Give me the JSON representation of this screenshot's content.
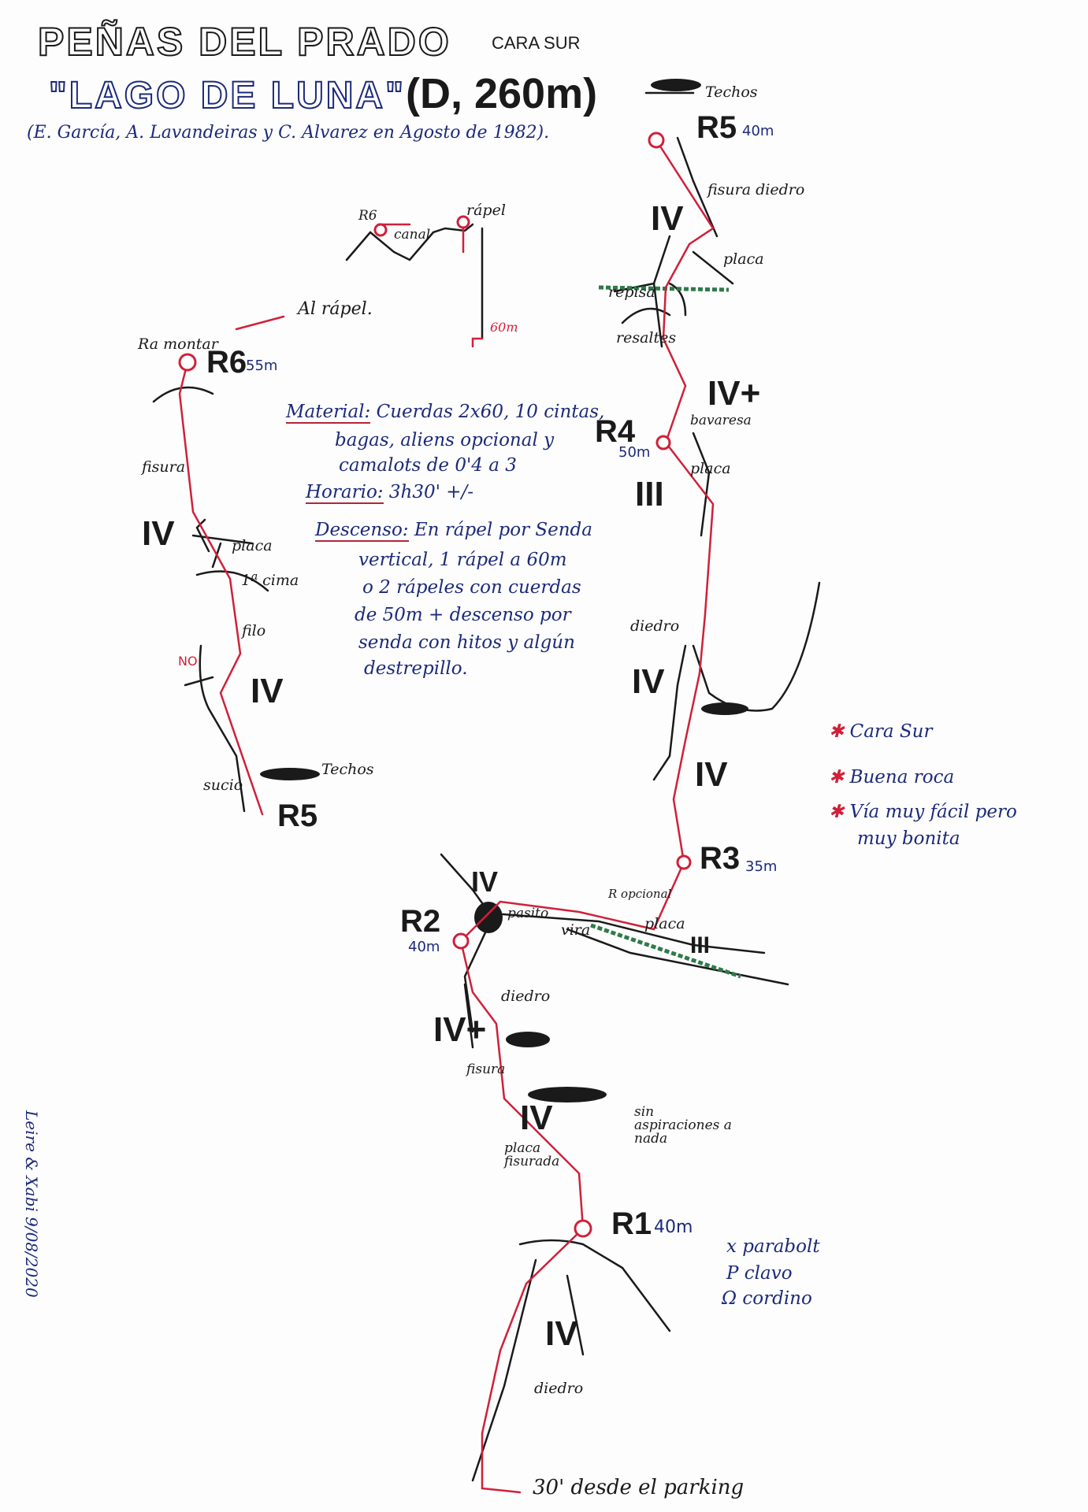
{
  "header": {
    "title": "PEÑAS DEL PRADO",
    "face": "CARA SUR",
    "route_name": "\"LAGO DE LUNA\"",
    "grade_length": "(D, 260m)",
    "authors": "(E. García, A. Lavandeiras y C. Alvarez en Agosto de 1982)."
  },
  "info": {
    "material_label": "Material:",
    "material_lines": [
      "Cuerdas 2x60, 10 cintas,",
      "bagas, aliens opcional y",
      "camalots de 0'4 a 3"
    ],
    "horario_label": "Horario:",
    "horario": "3h30' +/-",
    "descenso_label": "Descenso:",
    "descenso_lines": [
      "En rápel por Senda",
      "vertical, 1 rápel a 60m",
      "o 2 rápeles con cuerdas",
      "de 50m + descenso por",
      "senda con hitos y algún",
      "destrepillo."
    ]
  },
  "descent_sketch": {
    "r6": "R6",
    "canal": "canal",
    "rapel": "rápel",
    "length": "60m"
  },
  "left_topo": {
    "al_rapel": "Al rápel.",
    "ra_montar": "Ra montar",
    "r6": "R6",
    "r6_len": "55m",
    "fisura": "fisura",
    "grade1": "IV",
    "placa": "placa",
    "cima": "1ª cima",
    "filo": "filo",
    "no": "NO",
    "grade2": "IV",
    "techos": "Techos",
    "sucio": "sucio",
    "r5": "R5"
  },
  "main_topo": {
    "techos": "Techos",
    "r5": "R5",
    "r5_len": "40m",
    "fisura_diedro": "fisura diedro",
    "g_r4_r5": "IV",
    "placa_top": "placa",
    "repisa": "repisa",
    "resaltes": "resaltes",
    "g_iv_plus": "IV+",
    "bavaresa": "bavaresa",
    "r4": "R4",
    "r4_len": "50m",
    "placa_r4": "placa",
    "g_iii": "III",
    "diedro": "diedro",
    "g_iv_a": "IV",
    "g_iv_b": "IV",
    "r3": "R3",
    "r3_len": "35m",
    "r_opcional": "R opcional",
    "placa_vira": "placa",
    "g_iii_vira": "III",
    "vira": "vira",
    "pasito": "pasito",
    "g_iv_pasito": "IV",
    "r2": "R2",
    "r2_len": "40m",
    "diedro_r2": "diedro",
    "g_iv_plus_2": "IV+",
    "fisura": "fisura",
    "g_iv_c": "IV",
    "placa_fisurada": "placa fisurada",
    "sin_aspiraciones": "sin aspiraciones a nada",
    "r1": "R1",
    "r1_len": "40m",
    "g_iv_d": "IV",
    "diedro_base": "diedro",
    "approach": "30' desde el parking"
  },
  "key": {
    "parabolt": "x parabolt",
    "clavo": "P clavo",
    "cordino": "Ω cordino"
  },
  "notes": [
    "Cara Sur",
    "Buena roca",
    "Vía muy fácil pero",
    "muy bonita"
  ],
  "signature": "Leire & Xabi 9/08/2020",
  "colors": {
    "route": "#d0203a",
    "ink": "#1c2a7a",
    "rock": "#1a1a1a",
    "vegetation": "#2f7a4a"
  }
}
